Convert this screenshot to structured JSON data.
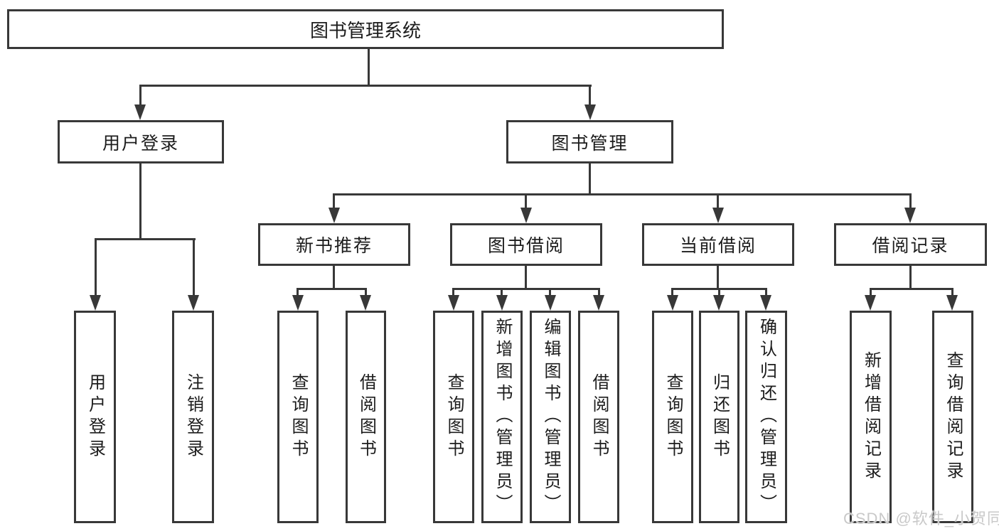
{
  "colors": {
    "line": "#383838",
    "text": "#1c1c1c",
    "background": "#ffffff",
    "watermark_color": "#c9c9c9"
  },
  "root": {
    "label": "图书管理系统"
  },
  "branches": {
    "user_login": {
      "label": "用户登录",
      "children": [
        "用户登录",
        "注销登录"
      ]
    },
    "book_mgmt": {
      "label": "图书管理"
    }
  },
  "modules": [
    {
      "label": "新书推荐",
      "children": [
        "查询图书",
        "借阅图书"
      ]
    },
    {
      "label": "图书借阅",
      "children": [
        "查询图书",
        "新增图书（管理员）",
        "编辑图书（管理员）",
        "借阅图书"
      ]
    },
    {
      "label": "当前借阅",
      "children": [
        "查询图书",
        "归还图书",
        "确认归还（管理员）"
      ]
    },
    {
      "label": "借阅记录",
      "children": [
        "新增借阅记录",
        "查询借阅记录"
      ]
    }
  ],
  "watermark": {
    "text": "CSDN @软件_小贺同学"
  }
}
